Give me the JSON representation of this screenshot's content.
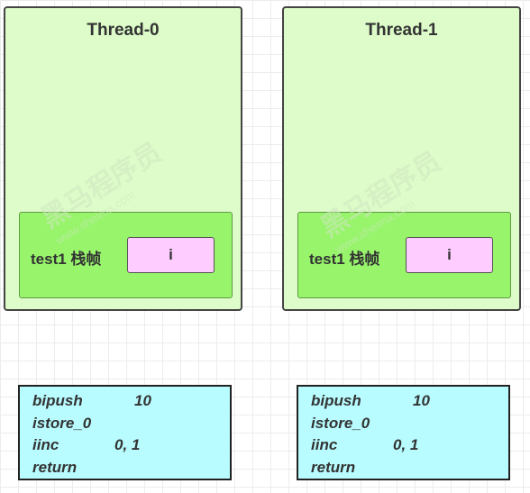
{
  "threads": [
    {
      "title": "Thread-0",
      "frame_label": "test1 栈帧",
      "local_var": "i",
      "code": [
        {
          "op": "bipush",
          "arg": "10"
        },
        {
          "op": "istore_0",
          "arg": ""
        },
        {
          "op": "iinc",
          "arg": "0, 1"
        },
        {
          "op": "return",
          "arg": ""
        }
      ]
    },
    {
      "title": "Thread-1",
      "frame_label": "test1 栈帧",
      "local_var": "i",
      "code": [
        {
          "op": "bipush",
          "arg": "10"
        },
        {
          "op": "istore_0",
          "arg": ""
        },
        {
          "op": "iinc",
          "arg": "0, 1"
        },
        {
          "op": "return",
          "arg": ""
        }
      ]
    }
  ],
  "watermark": {
    "text": "黑马程序员",
    "url": "www.itheima.com"
  },
  "colors": {
    "thread_bg": "#ddfcc9",
    "frame_bg": "#97f46b",
    "var_bg": "#ffccff",
    "code_bg": "#b8fcff"
  }
}
